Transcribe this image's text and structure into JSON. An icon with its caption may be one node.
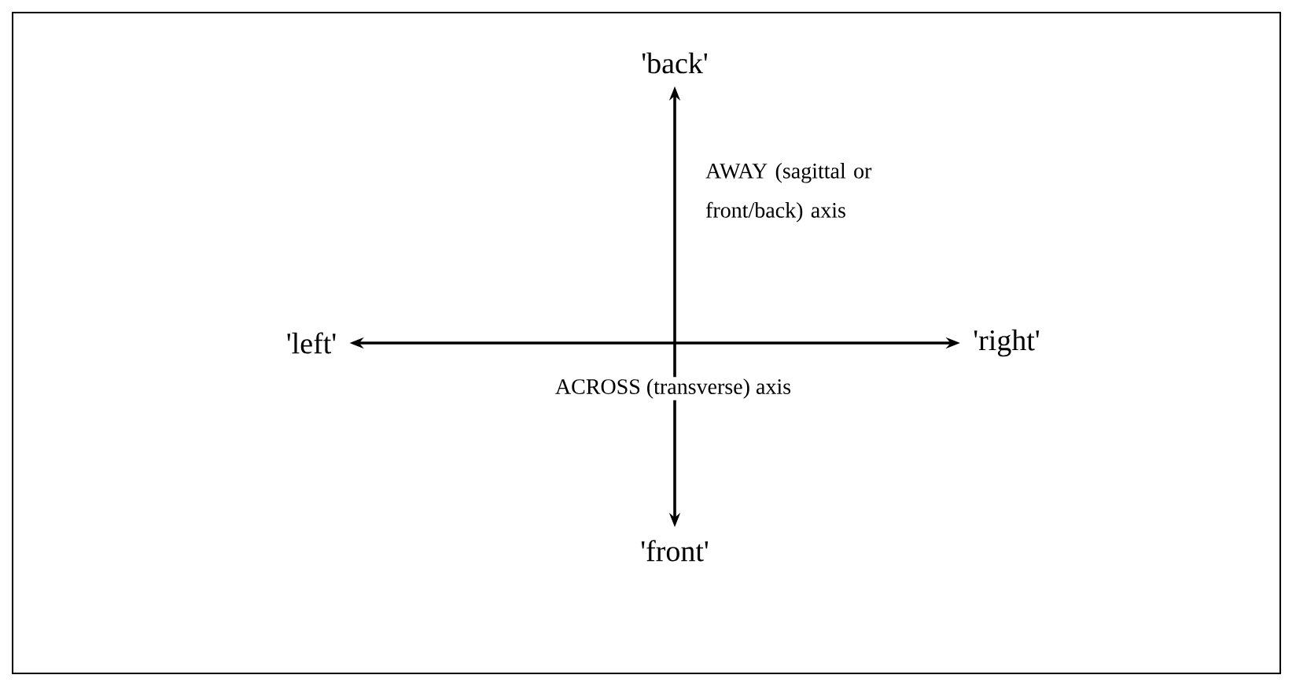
{
  "diagram": {
    "nodes": [
      {
        "text": [
          "'back'"
        ]
      },
      {
        "text": [
          "'left'"
        ]
      },
      {
        "text": [
          "'right'"
        ]
      },
      {
        "text": [
          "'front'"
        ]
      }
    ],
    "edges": [
      {
        "from": 3,
        "to": 0,
        "arrow": "both"
      },
      {
        "from": 1,
        "to": 2,
        "arrow": "both"
      }
    ],
    "labels": [
      "AWAY (sagittal or front/back) axis",
      "ACROSS (transverse) axis"
    ]
  }
}
